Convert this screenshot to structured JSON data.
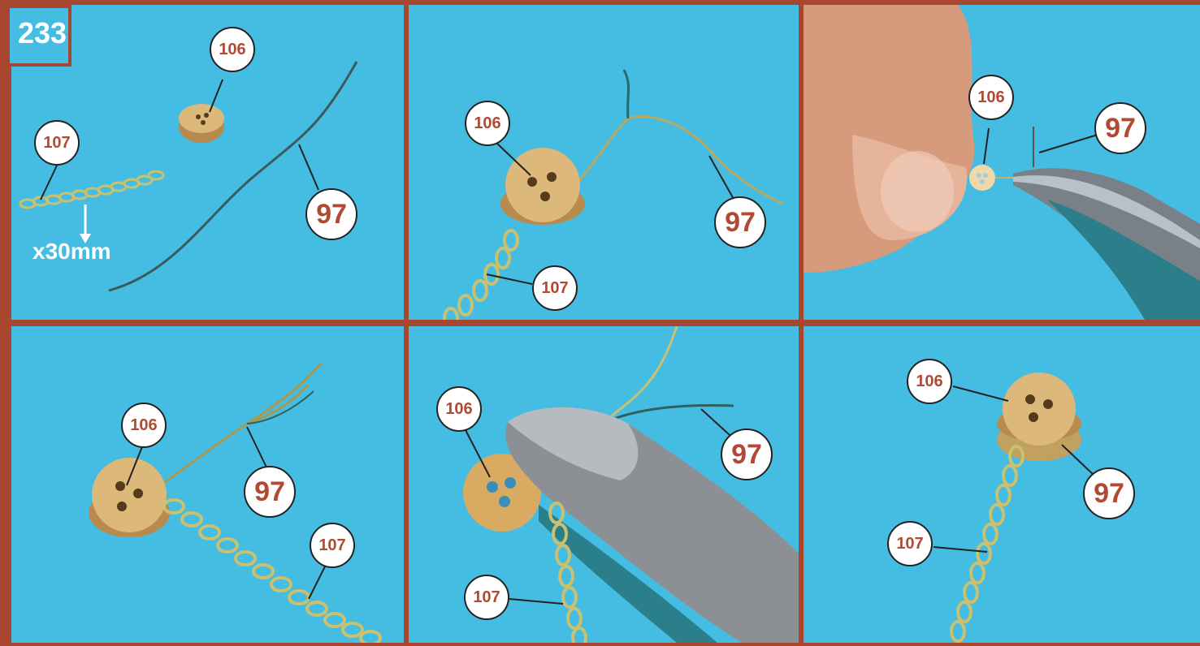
{
  "step": "233",
  "instruction": "x30mm",
  "labels": {
    "p1": {
      "a": "106",
      "b": "107",
      "c": "97"
    },
    "p2": {
      "a": "106",
      "b": "97",
      "c": "107"
    },
    "p3": {
      "a": "106",
      "b": "97"
    },
    "p4": {
      "a": "106",
      "b": "97",
      "c": "107"
    },
    "p5": {
      "a": "106",
      "b": "97",
      "c": "107"
    },
    "p6": {
      "a": "106",
      "b": "97",
      "c": "107"
    }
  },
  "colors": {
    "frame": "#a9462f",
    "background": "#45bde2",
    "label_text": "#b04a34",
    "wood": "#d8b070",
    "metal": "#9aa0a6"
  }
}
